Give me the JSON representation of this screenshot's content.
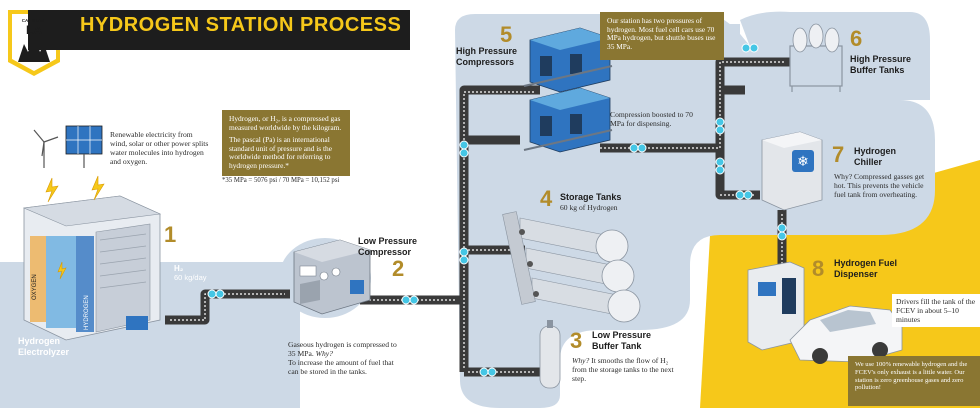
{
  "header": {
    "title": "HYDROGEN STATION PROCESS",
    "logo_top": "CAL STATE",
    "logo_main": "LA"
  },
  "intro": {
    "renewable": "Renewable electricity from wind, solar or other power splits water molecules into hydrogen and oxygen.",
    "h2_info": "Hydrogen, or H₂, is a compressed gas measured worldwide by the kilogram.",
    "pascal_info": "The pascal (Pa) is an international standard unit of pressure and is the worldwide method for referring to hydrogen pressure.*",
    "footnote": "*35 MPa = 5076 psi  /  70 MPa = 10,152 psi"
  },
  "steps": {
    "s1": {
      "num": "1",
      "label": "Hydrogen Electrolyzer",
      "h2_symbol": "H₂",
      "h2_rate": "60 kg/day",
      "side_left": "OXYGEN",
      "side_right": "HYDROGEN"
    },
    "s2": {
      "num": "2",
      "label": "Low Pressure Compressor",
      "desc1": "Gaseous hydrogen is compressed to 35 MPa.",
      "why": "Why?",
      "desc2": "To increase the amount of fuel that can be stored in the tanks."
    },
    "s3": {
      "num": "3",
      "label": "Low Pressure Buffer Tank",
      "why": "Why?",
      "desc": "It smooths the flow of H₂ from the storage tanks to the next step."
    },
    "s4": {
      "num": "4",
      "label": "Storage Tanks",
      "desc": "60 kg of Hydrogen"
    },
    "s5": {
      "num": "5",
      "label": "High Pressure Compressors",
      "desc": "Compression boosted to 70 MPa for dispensing.",
      "note": "Our station has two pressures of hydrogen. Most fuel cell cars use 70 MPa hydrogen, but shuttle buses use 35 MPa."
    },
    "s6": {
      "num": "6",
      "label": "High Pressure Buffer Tanks"
    },
    "s7": {
      "num": "7",
      "label": "Hydrogen Chiller",
      "desc": "Why? Compressed gasses get hot. This prevents the vehicle fuel tank from overheating."
    },
    "s8": {
      "num": "8",
      "label": "Hydrogen Fuel Dispenser",
      "desc": "Drivers fill the tank of the FCEV in about 5–10 minutes",
      "note": "We use 100% renewable hydrogen and the FCEV's only exhaust is a little water. Our station is zero greenhouse gases and zero pollution!"
    }
  },
  "colors": {
    "gold": "#8a7632",
    "navy": "#1f3c5e",
    "yellow": "#f6c81a",
    "light_blue": "#cdd9e6",
    "pipe": "#3a3a3a",
    "molecule": "#45c6e5"
  }
}
